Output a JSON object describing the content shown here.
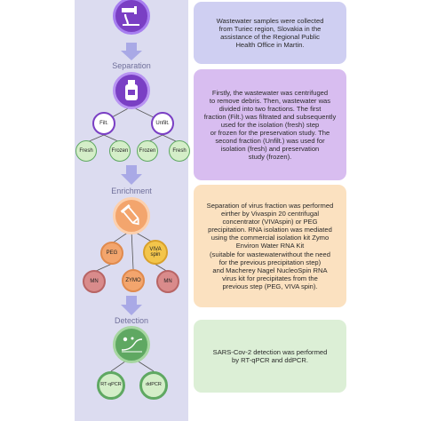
{
  "stages": {
    "separation": "Separation",
    "enrichment": "Enrichment",
    "detection": "Detection"
  },
  "nodes": {
    "filt": "Filt.",
    "unfilt": "Unfilt.",
    "fresh_1": "Fresh",
    "frozen_1": "Frozen",
    "frozen_2": "Frozen",
    "fresh_2": "Fresh",
    "peg": "PEG",
    "viva_spin": "VIVA\nspin",
    "mn_1": "MN",
    "zymo": "ZYMO",
    "mn_2": "MN",
    "rt_qpcr": "RT-qPCR",
    "ddpcr": "ddPCR"
  },
  "cards": {
    "sampling": "Wastewater samples were collected\nfrom Turiec region, Slovakia in the\nassistance of  the Regional Public\nHealth Office in Martin.",
    "separation": "Firstly, the wastewater was centrifuged\nto remove debris. Then, wastewater was\ndivided into two fractions. The first\nfraction (Filt.) was filtrated and subsequently\nused for the isolation (fresh) step\nor frozen for the preservation study. The\nsecond fraction (Unfilt.) was used for\nisolation (fresh) and preservation\nstudy (frozen).",
    "enrichment": "Separation of virus fraction was performed\neirther by Vivaspin 20 centrifugal\nconcentrator (VIVAspin) or PEG\nprecipitation. RNA isolation was mediated\nusing the commercial isolation kit Zymo\nEnviron Water RNA Kit\n(suitable for wastewaterwithout the need\nfor the previous precipitation step)\nand Macherey Nagel  NucleoSpin RNA\nvirus kit for precipitates from the\nprevious step (PEG, VIVA spin).",
    "detection": "SARS-Cov-2 detection was performed\nby RT-qPCR and ddPCR."
  },
  "colors": {
    "panel": "#dcdcf0",
    "sampling_card": "#cfcff2",
    "separation_card": "#d8bdf0",
    "enrichment_card": "#fbe1c0",
    "detection_card": "#dcefd6",
    "node_purple": "#7a3fc4",
    "node_orange": "#f3a56d",
    "node_green": "#5fa862",
    "node_lightgreen": "#d4eec8",
    "node_pink": "#d98b8b",
    "node_yellow": "#f3c54b",
    "arrow": "#a9a9e6"
  },
  "icons": [
    "wastewater-pipe-icon",
    "sample-bottle-icon",
    "centrifuge-tube-icon",
    "pcr-plot-icon"
  ]
}
